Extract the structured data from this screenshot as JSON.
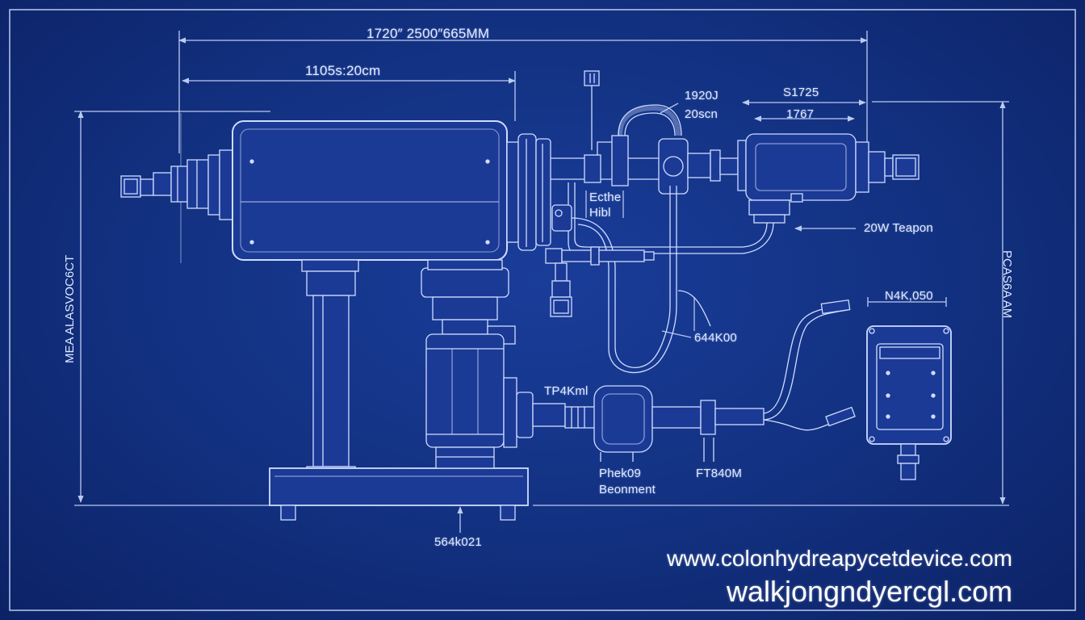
{
  "colors": {
    "background": "#112a78",
    "line": "#cfdcff",
    "fill": "#1b3a95"
  },
  "dimensions": {
    "top_overall": "1720″ 2500″665MM",
    "top_inner": "1105s:20cm",
    "right_outer": "S1725",
    "right_inner": "1767",
    "pipe_upper": "1920J",
    "pipe_lower": "20scn",
    "left_vertical": "MEA ALASVOC6CT",
    "right_vertical": "PCAS6A AM",
    "base": "564k021"
  },
  "callouts": {
    "valve_line1": "Ecthe",
    "valve_line2": "Hibl",
    "pump_arrow": "20W Teapon",
    "hose": "644K00",
    "box": "N4K,050",
    "shaft": "TP4Kml",
    "coupling_line1": "Phek09",
    "coupling_line2": "Beonment",
    "fitting": "FT840M"
  },
  "watermark": {
    "url1": "www.colonhydreapycetdevice.com",
    "url2": "walkjongndyercgl.com"
  }
}
